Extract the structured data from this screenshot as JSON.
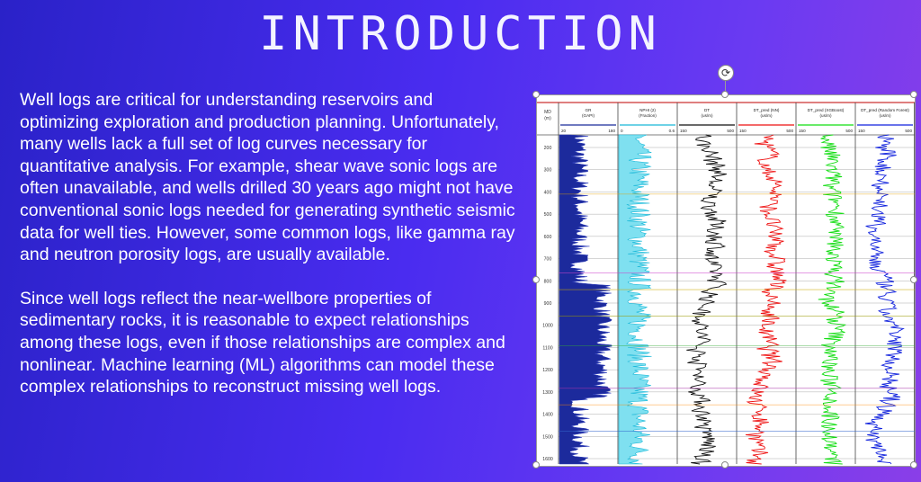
{
  "slide": {
    "title": "INTRODUCTION",
    "paragraphs": [
      "Well logs are critical for understanding reservoirs and optimizing exploration and production planning. Unfortunately, many wells lack a full set of log curves necessary for quantitative analysis. For example, shear wave sonic logs are often unavailable, and wells drilled 30 years ago might not have conventional sonic logs needed for generating synthetic seismic data for well ties. However, some common logs, like gamma ray and neutron porosity logs, are usually available.",
      "Since well logs reflect the near-wellbore properties of sedimentary rocks, it is reasonable to expect relationships among these logs, even if those relationships are complex and nonlinear. Machine learning (ML) algorithms can model these complex relationships to reconstruct missing well logs."
    ]
  },
  "figure": {
    "depth_track": {
      "label": "MD",
      "unit": "(m)"
    },
    "depth_ticks": [
      "200",
      "300",
      "400",
      "500",
      "600",
      "700",
      "800",
      "900",
      "1000",
      "1100",
      "1200",
      "1300",
      "1400",
      "1500",
      "1600"
    ],
    "tracks": [
      {
        "name": "GR",
        "unit": "(GAPI)",
        "min": "20",
        "max": "180",
        "color": "#1a2a9a"
      },
      {
        "name": "NPHI (2)",
        "unit": "(Fraction)",
        "min": "0",
        "max": "0.6",
        "color": "#19b8d8"
      },
      {
        "name": "DT",
        "unit": "(us/m)",
        "min": "150",
        "max": "500",
        "color": "#111111"
      },
      {
        "name": "DT_pred (NN)",
        "unit": "(us/m)",
        "min": "150",
        "max": "500",
        "color": "#ee1111"
      },
      {
        "name": "DT_pred (XGBoost)",
        "unit": "(us/m)",
        "min": "150",
        "max": "500",
        "color": "#11dd11"
      },
      {
        "name": "DT_pred (Random Forest)",
        "unit": "(us/m)",
        "min": "150",
        "max": "500",
        "color": "#1122dd"
      }
    ]
  }
}
